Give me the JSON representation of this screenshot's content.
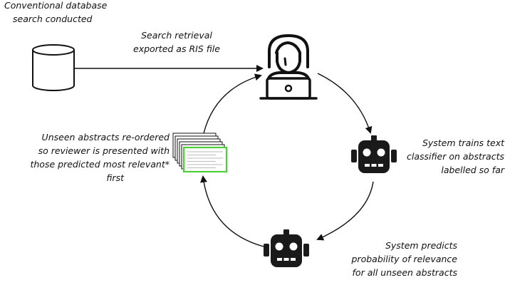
{
  "labels": {
    "database": [
      "Conventional database",
      "search conducted"
    ],
    "retrieval": [
      "Search retrieval",
      "exported as RIS file"
    ],
    "train": [
      "System trains text",
      "classifier on abstracts",
      "labelled so far"
    ],
    "predict": [
      "System predicts",
      "probability of relevance",
      "for all unseen abstracts"
    ],
    "reorder": [
      "Unseen abstracts re-ordered",
      "so reviewer is presented with",
      "those predicted most relevant*",
      "first"
    ]
  },
  "colors": {
    "stroke": "#111111",
    "robot": "#1a1a1a",
    "highlight": "#4cd137",
    "background": "#ffffff"
  },
  "icons": {
    "database": "database-icon",
    "reviewer": "reviewer-laptop-icon",
    "robot": "robot-icon",
    "documents": "document-stack-icon"
  }
}
